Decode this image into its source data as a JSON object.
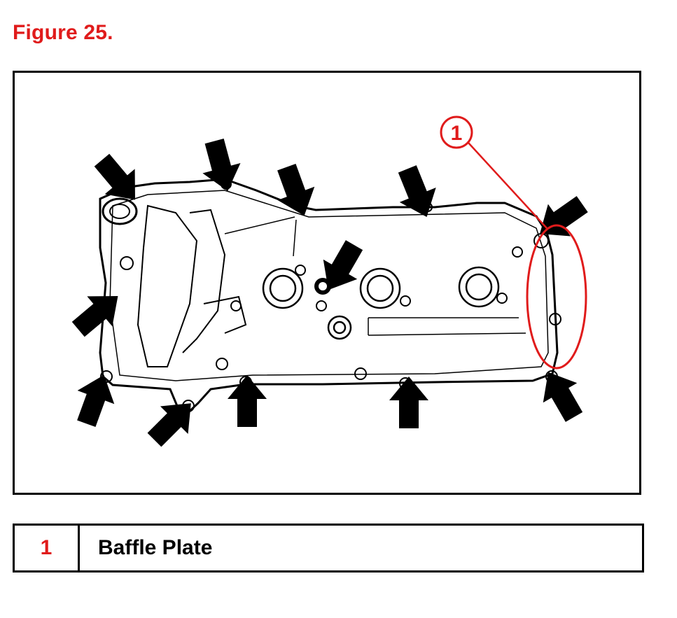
{
  "figure": {
    "title": "Figure 25."
  },
  "callout": {
    "number": "1"
  },
  "legend": [
    {
      "number": "1",
      "label": "Baffle Plate"
    }
  ],
  "colors": {
    "callout": "#e01b1b",
    "line": "#000000"
  }
}
